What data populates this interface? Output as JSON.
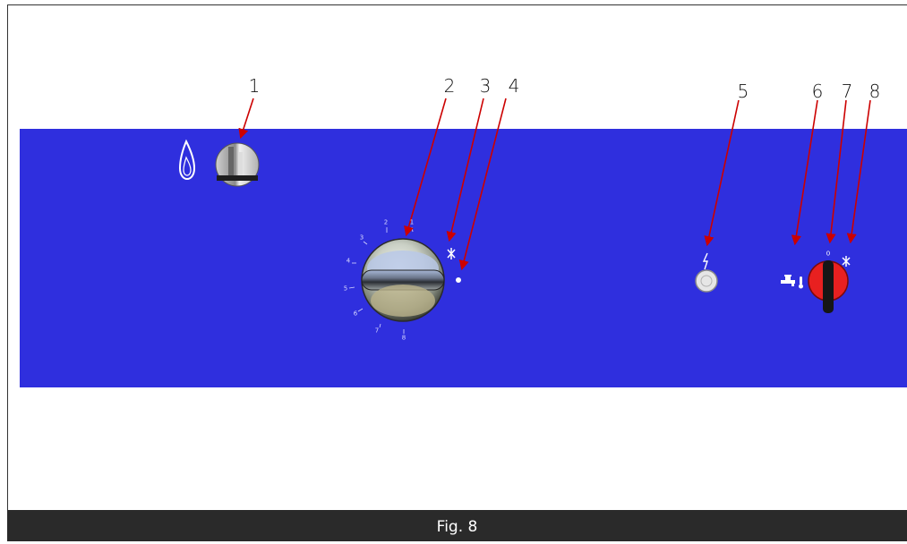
{
  "callouts": [
    "1",
    "2",
    "3",
    "4",
    "5",
    "6",
    "7",
    "8"
  ],
  "dial_scale": [
    "1",
    "2",
    "3",
    "4",
    "5",
    "6",
    "7",
    "8"
  ],
  "selector_label": "0",
  "caption": "Fig. 8",
  "colors": {
    "panel": "#2f2fde",
    "arrow": "#cc0000",
    "selector_knob": "#e82020",
    "footer": "#2a2a2a"
  },
  "icons": [
    "flame-icon",
    "spark-icon",
    "lightning-icon",
    "water-tap-thermometer-icon"
  ]
}
